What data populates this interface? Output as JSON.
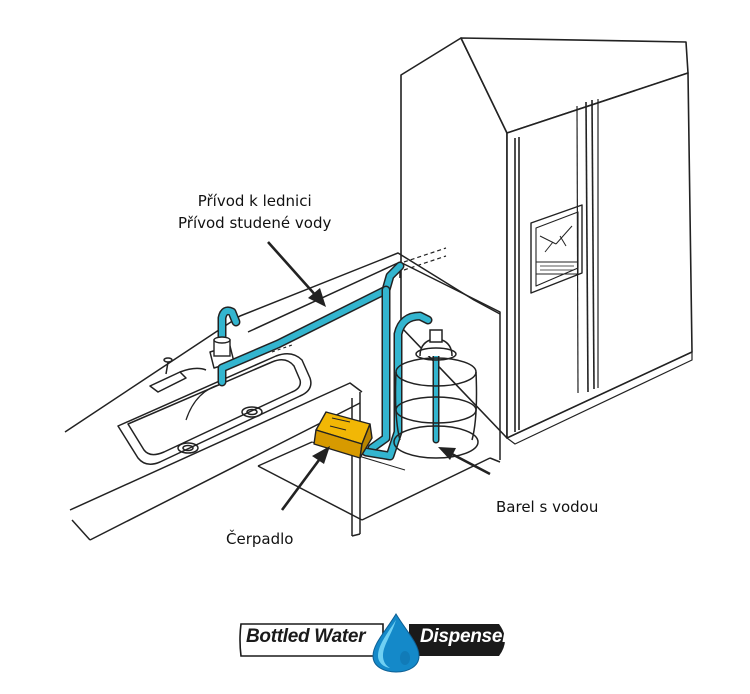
{
  "labels": {
    "supply_line1": "Přívod k lednici",
    "supply_line2": "Přívod studené vody",
    "pump": "Čerpadlo",
    "barrel": "Barel s vodou"
  },
  "logo": {
    "left_text": "Bottled Water",
    "right_text": "Dispenser"
  },
  "icons": [
    "water-drop-icon"
  ],
  "colors": {
    "pipe": "#33b5cf",
    "pump": "#f2b705",
    "line": "#222222",
    "logo_dark": "#1a1a1a",
    "drop_light": "#5ec8ee",
    "drop_dark": "#1489c9"
  }
}
